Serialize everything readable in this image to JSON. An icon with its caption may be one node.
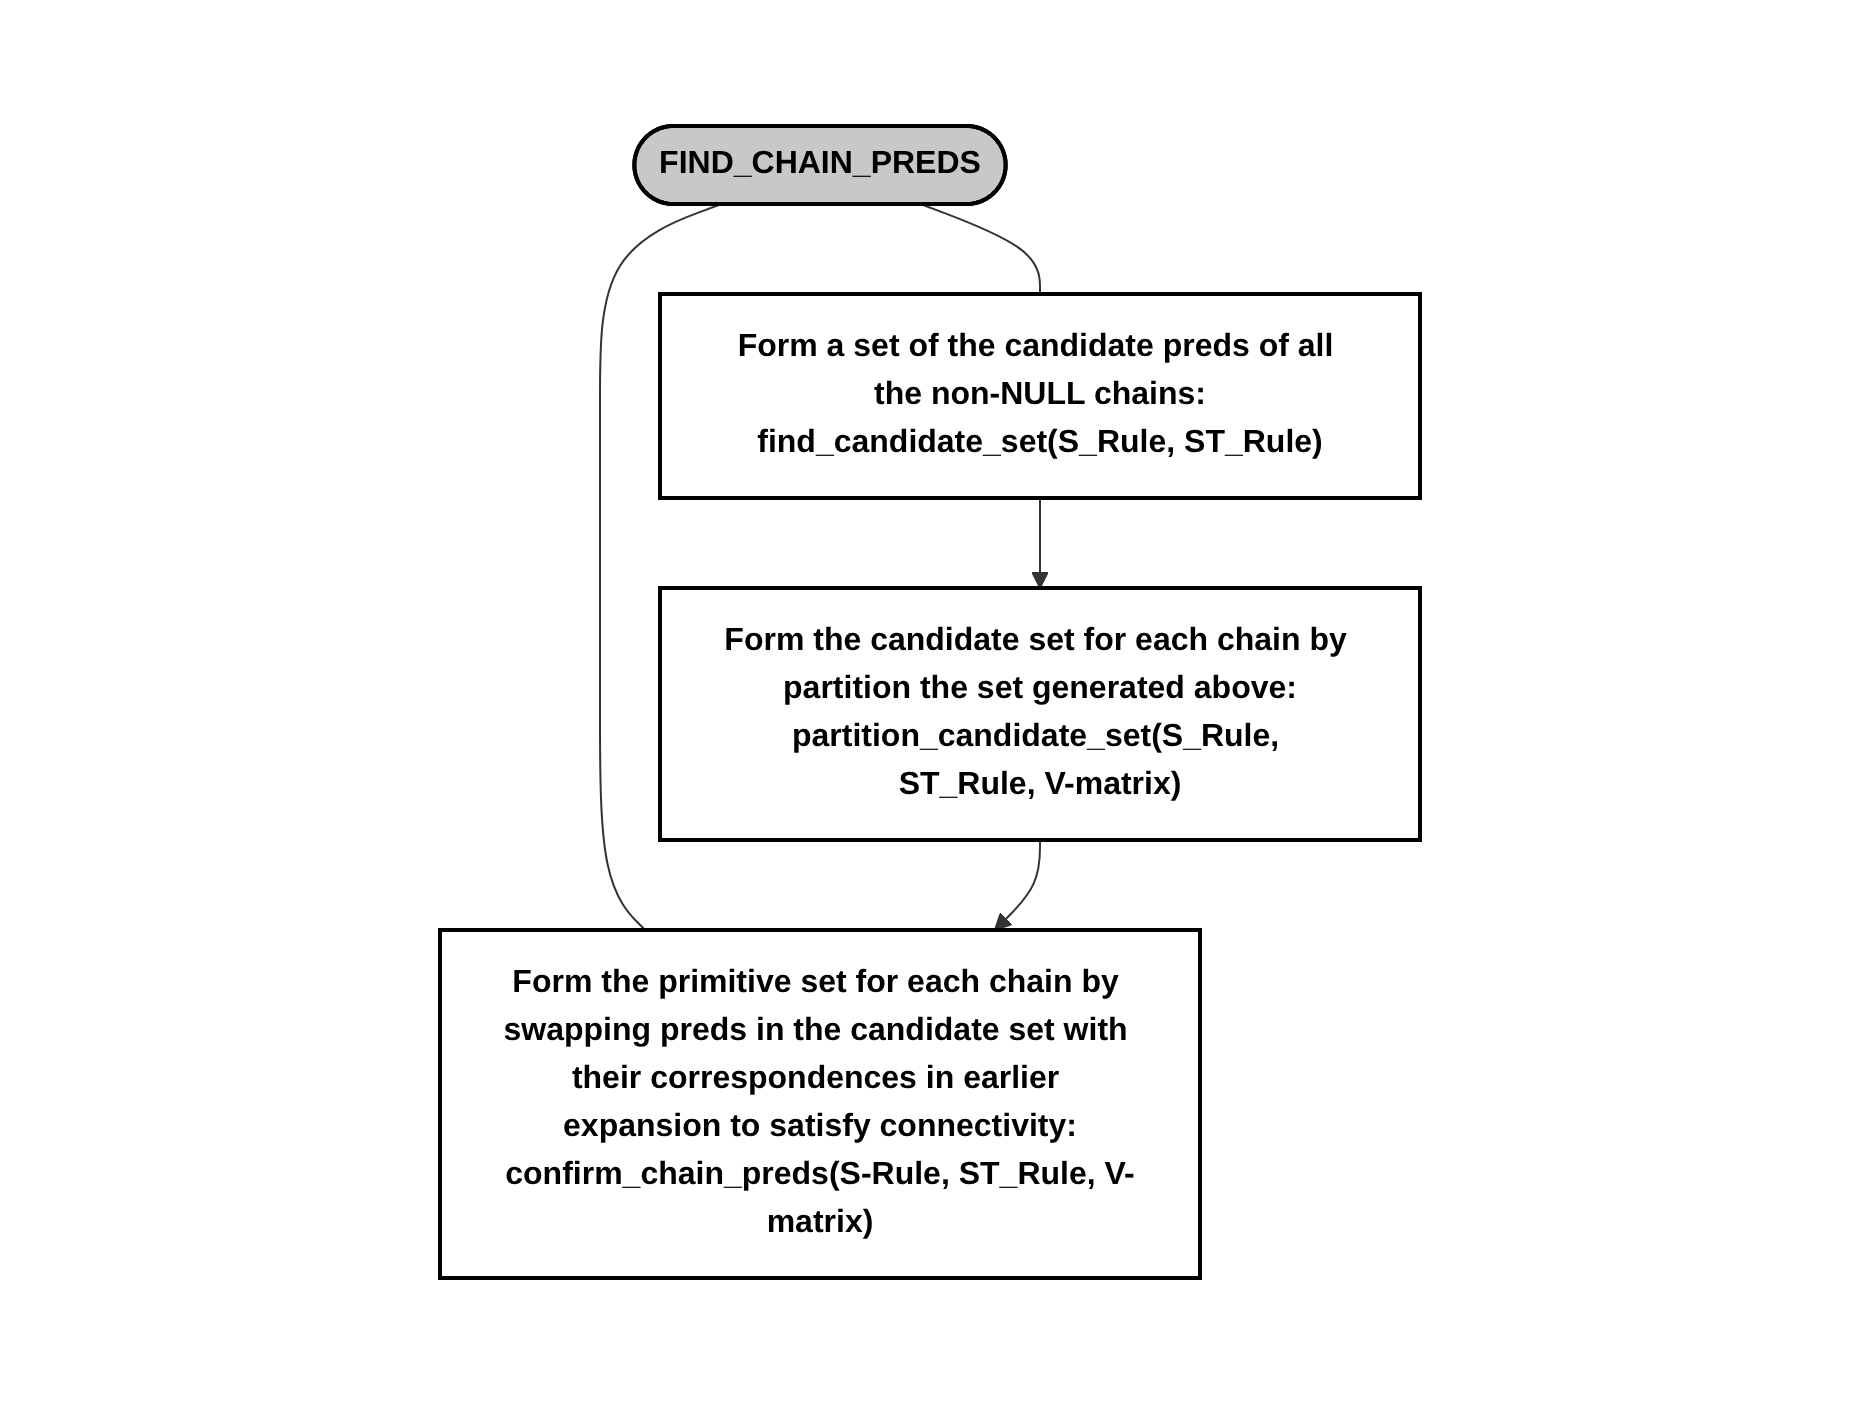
{
  "diagram": {
    "nodes": [
      {
        "text": [
          "FIND_CHAIN_PREDS"
        ]
      },
      {
        "text": [
          "Form a set of the candidate preds of all the non-NULL chains:",
          "find_candidate_set(S_Rule, ST_Rule)"
        ]
      },
      {
        "text": [
          "Form the candidate set for each chain by partition the set generated above:",
          "partition_candidate_set(S_Rule, ST_Rule, V-matrix)"
        ]
      },
      {
        "text": [
          "Form the primitive set for each chain by swapping preds in the candidate set with their correspondences in earlier expansion to satisfy connectivity:",
          "confirm_chain_preds(S-Rule, ST_Rule, V-matrix)"
        ]
      }
    ],
    "edges": [
      {
        "from": 0,
        "to": 1,
        "arrow": "none"
      },
      {
        "from": 0,
        "to": 3,
        "arrow": "none"
      },
      {
        "from": 1,
        "to": 2,
        "arrow": "to"
      },
      {
        "from": 2,
        "to": 3,
        "arrow": "to"
      }
    ]
  }
}
